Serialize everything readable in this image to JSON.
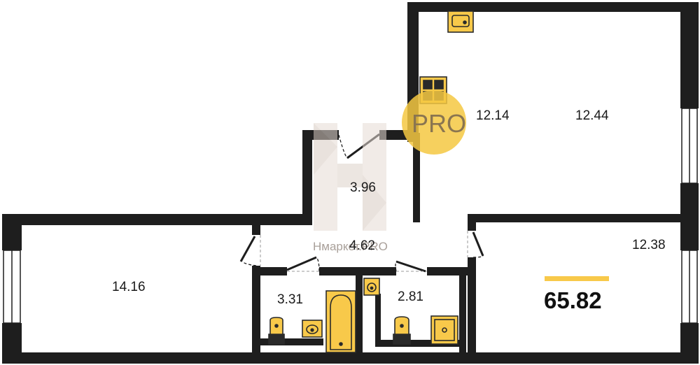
{
  "rooms": [
    {
      "id": "room-a",
      "area": "12.14"
    },
    {
      "id": "room-b",
      "area": "12.44"
    },
    {
      "id": "room-c",
      "area": "3.96"
    },
    {
      "id": "room-d",
      "area": "4.62"
    },
    {
      "id": "room-e",
      "area": "12.38"
    },
    {
      "id": "room-f",
      "area": "14.16"
    },
    {
      "id": "room-g",
      "area": "3.31"
    },
    {
      "id": "room-h",
      "area": "2.81"
    }
  ],
  "total_area": "65.82",
  "watermark": {
    "text": "Нмаркет.PRO",
    "badge": "PRO"
  },
  "colors": {
    "wall": "#1e1e1e",
    "fixture": "#f8c94a",
    "fixture_stroke": "#2a2a2a",
    "accent_bar": "#f8c94a",
    "badge": "#f5c842"
  }
}
